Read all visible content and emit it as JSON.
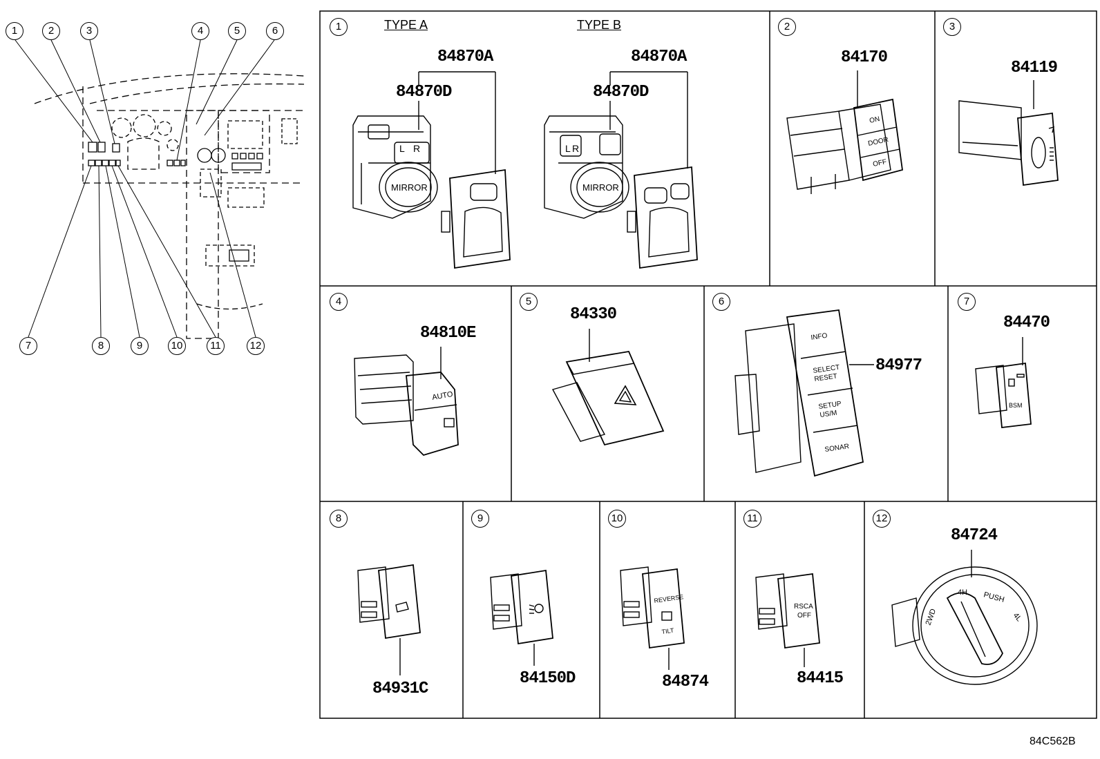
{
  "diagram_code": "84C562B",
  "overview_callouts": [
    "1",
    "2",
    "3",
    "4",
    "5",
    "6",
    "7",
    "8",
    "9",
    "10",
    "11",
    "12"
  ],
  "panels": [
    {
      "index": "1",
      "type_a": "TYPE A",
      "type_b": "TYPE B",
      "parts": {
        "a_top": "84870A",
        "a_sub": "84870D",
        "b_top": "84870A",
        "b_sub": "84870D"
      },
      "switch_text": {
        "l": "L",
        "r": "R",
        "mirror": "MIRROR"
      }
    },
    {
      "index": "2",
      "part": "84170",
      "switch_text": {
        "on": "ON",
        "door": "DOOR",
        "off": "OFF"
      }
    },
    {
      "index": "3",
      "part": "84119"
    },
    {
      "index": "4",
      "part": "84810E",
      "switch_text": {
        "auto": "AUTO"
      }
    },
    {
      "index": "5",
      "part": "84330"
    },
    {
      "index": "6",
      "part": "84977",
      "switch_text": {
        "b1": "INFO",
        "b2a": "SELECT",
        "b2b": "RESET",
        "b3a": "SETUP",
        "b3b": "US/M",
        "b4": "SONAR"
      }
    },
    {
      "index": "7",
      "part": "84470",
      "switch_text": {
        "bsm": "BSM"
      }
    },
    {
      "index": "8",
      "part": "84931C"
    },
    {
      "index": "9",
      "part": "84150D"
    },
    {
      "index": "10",
      "part": "84874",
      "switch_text": {
        "line1": "REVERSE",
        "line2": "TILT"
      }
    },
    {
      "index": "11",
      "part": "84415",
      "switch_text": {
        "line1": "RSCA",
        "line2": "OFF"
      }
    },
    {
      "index": "12",
      "part": "84724",
      "switch_text": {
        "p2nd": "2WD",
        "p4h": "4H",
        "push": "PUSH",
        "p4l": "4L"
      }
    }
  ]
}
